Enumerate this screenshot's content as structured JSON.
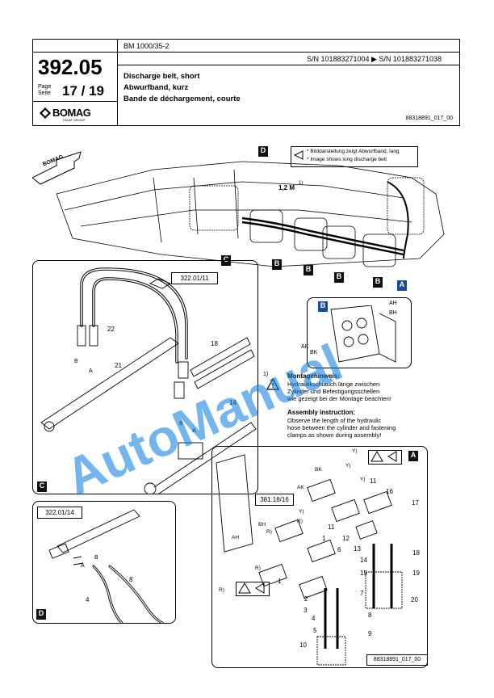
{
  "header": {
    "model": "BM 1000/35-2",
    "serial_range": "S/N 101883271004  ▶  S/N 101883271038",
    "page_number": "392.05",
    "page_label": "Page\nSeite",
    "page_of": "17 / 19",
    "title_en": "Discharge belt, short",
    "title_de": "Abwurfband, kurz",
    "title_fr": "Bande de déchargement, courte",
    "doc_id": "88318891_017_00",
    "brand": "BOMAG",
    "brand_sub": "FAYAT GROUP"
  },
  "overview": {
    "arrow_brand": "BOMAG",
    "note_de": "* Bilddarstellung zeigt Abwurfband, lang",
    "note_en": "* Image shows long discharge belt",
    "length_label": "1,2 M",
    "length_ref": "1)",
    "callouts": {
      "d": "D",
      "c": "C",
      "a": "A",
      "b": "B"
    }
  },
  "detail_c": {
    "ref": "322.01/11",
    "label": "C",
    "numbers": [
      "22",
      "21",
      "18",
      "14"
    ],
    "ab": [
      "B",
      "A",
      "B",
      "A"
    ]
  },
  "detail_b": {
    "label": "B",
    "marks": [
      "AH",
      "BH",
      "AK",
      "BK"
    ]
  },
  "assembly": {
    "ref": "1)",
    "title_de": "Montagehinweis:",
    "text_de": "Hydraulikschlauch länge zwischen\nZylinder und Befestigungsschellen\nwie gezeigt bei der Montage beachten!",
    "title_en": "Assembly instruction:",
    "text_en": "Observe the length of the hydraulic\nhose between the cylinder and fastening\nclamps as shown during assembly!"
  },
  "detail_d": {
    "ref": "322.01/14",
    "label": "D",
    "numbers": [
      "8",
      "4"
    ],
    "ab": [
      "B",
      "A"
    ]
  },
  "detail_a": {
    "ref": "381.18/16",
    "label": "A",
    "marks": [
      "Y)",
      "BK",
      "AK",
      "Y)",
      "Y)",
      "BH",
      "AH",
      "R)",
      "R)",
      "R)",
      "R)",
      "Y)"
    ],
    "numbers": [
      "11",
      "16",
      "17",
      "11",
      "12",
      "13",
      "1",
      "6",
      "14",
      "18",
      "15",
      "19",
      "1",
      "2",
      "7",
      "20",
      "3",
      "4",
      "8",
      "5",
      "9",
      "10"
    ],
    "doc_id": "88318891_017_00"
  },
  "watermark": "AutoManual"
}
